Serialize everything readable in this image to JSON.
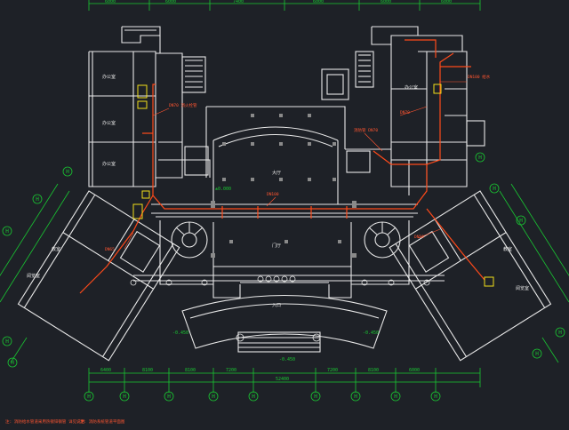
{
  "colors": {
    "background": "#1e2127",
    "wall": "#e8e8e8",
    "dimension": "#19c832",
    "pipe": "#ff4a1a",
    "annotation": "#ff5530",
    "equipment": "#f2e01a",
    "grey_fill": "#8a8a8a"
  },
  "dimensions": {
    "top_segments": [
      "6000",
      "6000",
      "7400",
      "6000",
      "6000",
      "6000"
    ],
    "bottom_segments": [
      "6400",
      "8100",
      "8100",
      "7200",
      "7200",
      "8100",
      "6000"
    ],
    "bottom_total": "52400"
  },
  "grid_axes": {
    "bottom": [
      "H",
      "H",
      "H",
      "H",
      "H",
      "H",
      "H",
      "H",
      "H"
    ],
    "left_wing": [
      "H",
      "H",
      "H",
      "H",
      "H"
    ],
    "right_wing": [
      "H",
      "H",
      "H",
      "H",
      "H"
    ]
  },
  "room_labels": {
    "lobby_upper": "大厅",
    "lobby_lower": "门厅",
    "entrance": "入口",
    "left_office_1": "办公室",
    "left_office_2": "办公室",
    "left_office_3": "办公室",
    "left_wing_room": "教室",
    "left_wing_room_2": "阅览室",
    "right_wing_room": "教室",
    "right_wing_room_2": "阅览室",
    "right_office": "办公室",
    "level_left": "-0.450",
    "level_right": "-0.450",
    "level_bottom": "-0.450",
    "elevation_mark": "±0.000"
  },
  "annotations": {
    "note_1": "DN70 消火栓管",
    "note_2": "DN100",
    "note_3": "DN65",
    "note_4": "DN70",
    "note_5": "DN100 给水",
    "note_6": "消防管 DN70",
    "note_7": "DN50"
  },
  "footer": {
    "note_a": "注: 消防给水管道采用热镀锌钢管 详见说明",
    "note_b": "注: 消防系统管道平面图"
  }
}
